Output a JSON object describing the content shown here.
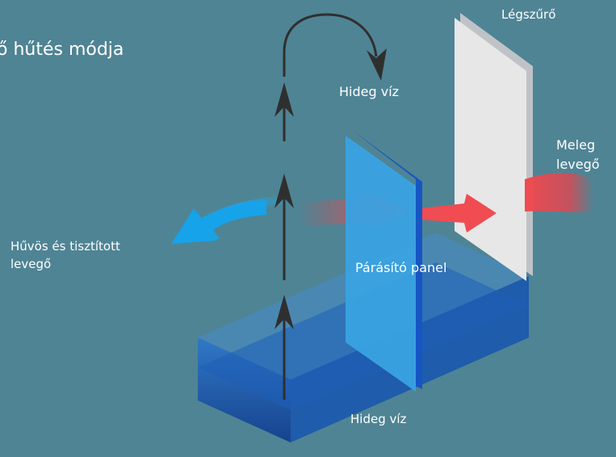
{
  "title": "ő hűtés módja",
  "labels": {
    "air_filter": "Légszűrő",
    "cold_water_top": "Hideg víz",
    "warm_air_line1": "Meleg",
    "warm_air_line2": "levegő",
    "cool_air_line1": "Hűvös és tisztított",
    "cool_air_line2": "levegő",
    "panel": "Párásító panel",
    "cold_water_bottom": "Hideg víz"
  },
  "colors": {
    "background": "#4f8494",
    "warm_air": "#e8454a",
    "cool_air": "#1ea6e6",
    "panel": "#3aa3df",
    "water_tank": "#1f64c4",
    "arrow": "#2f2f2f",
    "filter": "#e6e6e6"
  }
}
